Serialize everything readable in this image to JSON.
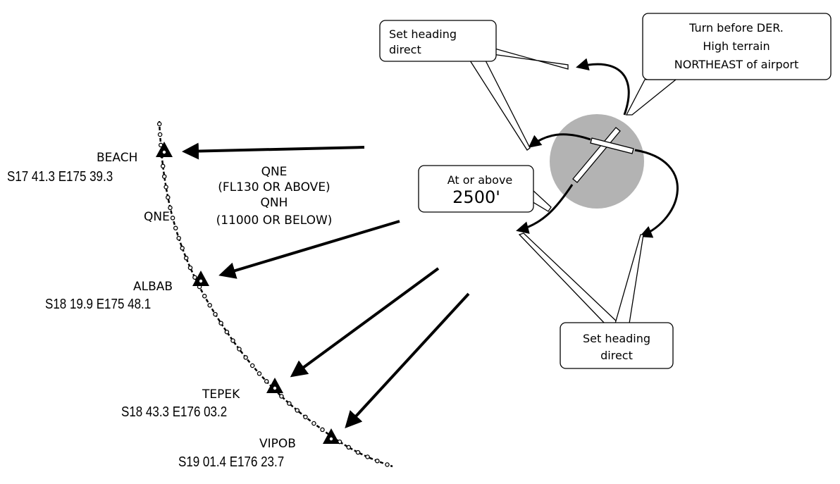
{
  "waypoints": [
    {
      "name": "BEACH",
      "coords": "S17 41.3 E175 39.3"
    },
    {
      "name": "ALBAB",
      "coords": "S18 19.9 E175 48.1"
    },
    {
      "name": "TEPEK",
      "coords": "S18 43.3 E176 03.2"
    },
    {
      "name": "VIPOB",
      "coords": "S19 01.4 E176 23.7"
    }
  ],
  "altimeter": {
    "track_label": "QNE",
    "qne": "QNE",
    "qne_level": "(FL130 OR ABOVE)",
    "qnh": "QNH",
    "qnh_level": "(11000 OR BELOW)"
  },
  "callouts": {
    "set_heading_top": [
      "Set heading",
      "direct"
    ],
    "turn_before_der": [
      "Turn before DER.",
      "High terrain",
      "NORTHEAST of airport"
    ],
    "altitude": {
      "line1": "At or above",
      "value": "2500'"
    },
    "set_heading_bottom": [
      "Set heading",
      "direct"
    ]
  },
  "colors": {
    "airport_circle": "#b3b3b3",
    "ink": "#000000"
  }
}
